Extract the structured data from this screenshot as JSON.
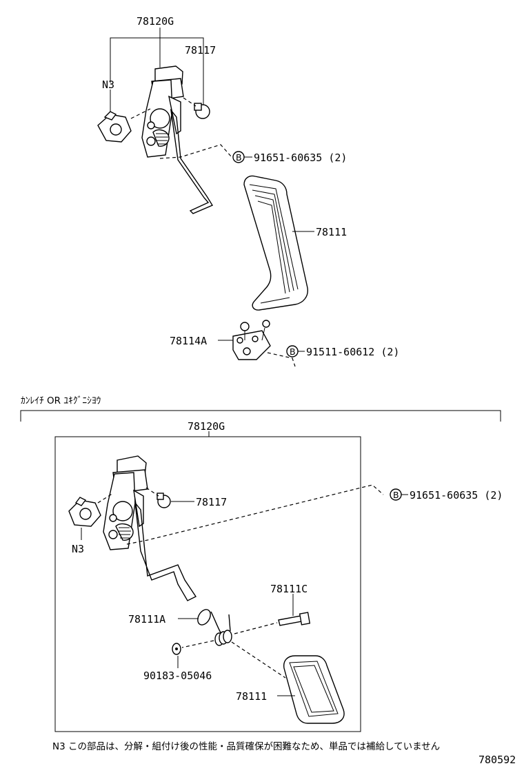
{
  "upper": {
    "label_78120g": "78120G",
    "label_78117": "78117",
    "label_n3": "N3",
    "label_bolt": "91651-60635 (2)",
    "label_78111": "78111",
    "label_78114a": "78114A",
    "label_bolt2": "91511-60612 (2)",
    "b_marker": "B"
  },
  "section_header": "ｶﾝﾚｲﾁ  OR  ﾕｷｸﾞﾆｼﾖｳ",
  "lower": {
    "label_78120g": "78120G",
    "label_78117": "78117",
    "label_n3": "N3",
    "label_bolt": "91651-60635 (2)",
    "label_78111c": "78111C",
    "label_78111a": "78111A",
    "label_90183": "90183-05046",
    "label_78111": "78111",
    "b_marker": "B"
  },
  "footnote": "N3 この部品は、分解・組付け後の性能・品質確保が困難なため、単品では補給していません",
  "figure_number": "780592"
}
